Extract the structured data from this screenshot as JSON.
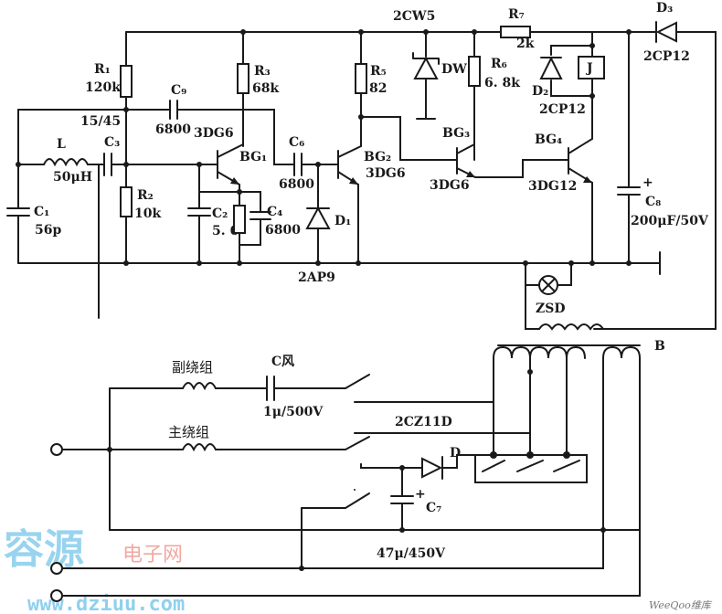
{
  "labels": {
    "zener_code": "2CW5",
    "r7": "R₇",
    "r7_val": "2k",
    "d3": "D₃",
    "d3_val": "2CP12",
    "r1": "R₁",
    "r1_val": "120k",
    "r3": "R₃",
    "r3_val": "68k",
    "r5": "R₅",
    "r5_val": "82",
    "dw": "DW",
    "r6": "R₆",
    "r6_val": "6. 8k",
    "relay": "J",
    "d2": "D₂",
    "d2_val": "2CP12",
    "c9": "C₉",
    "c9_val": "6800",
    "tap": "15/45",
    "l": "L",
    "c3": "C₃",
    "l_val": "50μH",
    "bg1_type": "3DG6",
    "bg1": "BG₁",
    "c6": "C₆",
    "c6_val": "6800",
    "bg2": "BG₂",
    "bg2_type": "3DG6",
    "bg3": "BG₃",
    "bg3_type": "3DG6",
    "bg4": "BG₄",
    "bg4_type": "3DG12",
    "c8": "C₈",
    "c8_val": "200μF/50V",
    "c1": "C₁",
    "c1_val": "56p",
    "r2": "R₂",
    "r2_val": "10k",
    "c2": "C₂",
    "c2_val": "5. 6",
    "c4": "C₄",
    "c4_val": "6800",
    "d1": "D₁",
    "d1_type": "2AP9",
    "zsd": "ZSD",
    "transformer": "B",
    "aux_winding": "副绕组",
    "c_fan": "C风",
    "c_fan_val": "1μ/500V",
    "main_winding": "主绕组",
    "relay_contact": "2CZ11D",
    "diode_d": "D",
    "c7": "C₇",
    "c7_val": "47μ/450V",
    "plus": "+"
  },
  "watermark": {
    "brand_cn": "容源",
    "brand_sub": "电子网",
    "url": "www.dziuu.com",
    "corner": "WeeQoo维库"
  }
}
